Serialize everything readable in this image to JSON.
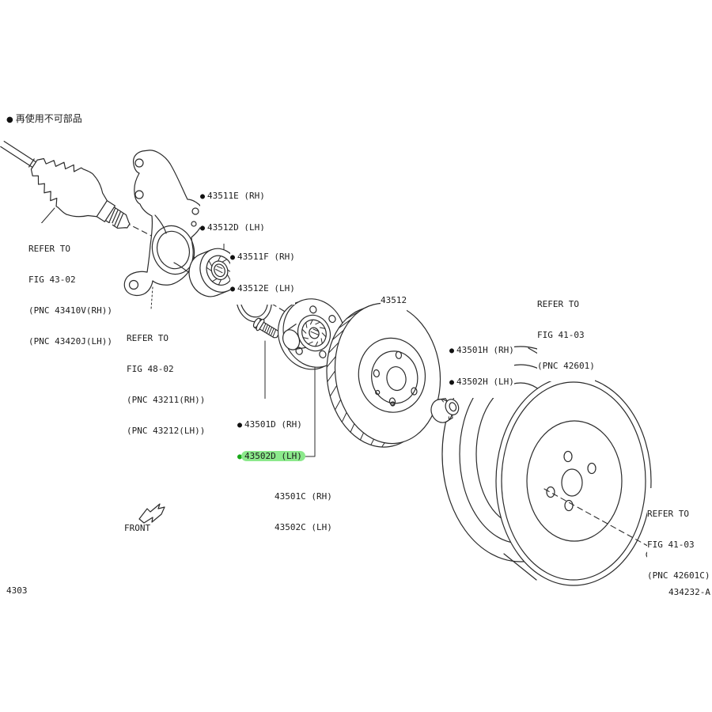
{
  "meta": {
    "page_code": "4303",
    "drawing_code": "434232-A",
    "front_label": "FRONT"
  },
  "legend": {
    "bullet": "●",
    "text": "再使用不可部品"
  },
  "icons": {
    "bullet": "●"
  },
  "colors": {
    "highlight_bg": "#8ce98c",
    "highlight_bullet": "#17a817",
    "line": "#2b2b2b"
  },
  "parts": {
    "hub_bearing": {
      "lines": [
        "43511E (RH)",
        "43512D (LH)"
      ]
    },
    "snap_ring": {
      "lines": [
        "43511F (RH)",
        "43512E (LH)"
      ]
    },
    "disc": {
      "number": "43512"
    },
    "hub_nut": {
      "lines": [
        "43501H (RH)",
        "43502H (LH)"
      ]
    },
    "hub_sub": {
      "rh": "43501D (RH)",
      "lh": "43502D (LH)"
    },
    "hub_assy": {
      "lines": [
        "43501C (RH)",
        "43502C (LH)"
      ]
    }
  },
  "refs": {
    "axle": {
      "lines": [
        "REFER TO",
        "FIG 43-02",
        "(PNC 43410V(RH))",
        "(PNC 43420J(LH))"
      ]
    },
    "knuckle": {
      "lines": [
        "REFER TO",
        "FIG 48-02",
        "(PNC 43211(RH))",
        "(PNC 43212(LH))"
      ]
    },
    "wheel": {
      "lines": [
        "REFER TO",
        "FIG 41-03",
        "(PNC 42601)"
      ]
    },
    "wheel_nut": {
      "lines": [
        "REFER TO",
        "FIG 41-03",
        "(PNC 42601C)"
      ]
    }
  }
}
